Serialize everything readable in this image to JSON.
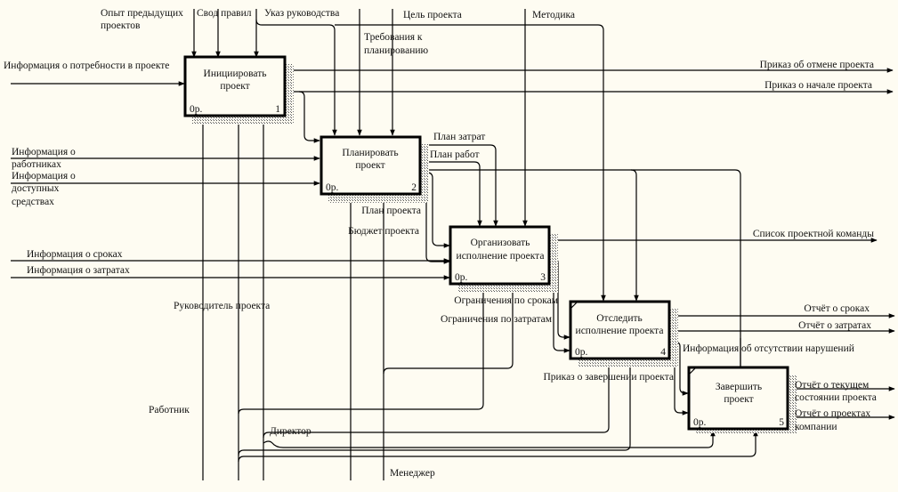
{
  "diagram": {
    "title": "IDEF0 — Управление проектом",
    "background": "#fefcf2",
    "boxes": [
      {
        "id": "1",
        "label": [
          "Инициировать",
          "проект"
        ],
        "cost": "0р.",
        "number": "1"
      },
      {
        "id": "2",
        "label": [
          "Планировать",
          "проект"
        ],
        "cost": "0р.",
        "number": "2"
      },
      {
        "id": "3",
        "label": [
          "Организовать",
          "исполнение проекта"
        ],
        "cost": "0р.",
        "number": "3"
      },
      {
        "id": "4",
        "label": [
          "Отследить",
          "исполнение проекта"
        ],
        "cost": "0р.",
        "number": "4"
      },
      {
        "id": "5",
        "label": [
          "Завершить",
          "проект"
        ],
        "cost": "0р.",
        "number": "5"
      }
    ],
    "inputs": {
      "need_info": "Информация о потребности в проекте",
      "workers_info": [
        "Информация о",
        "работниках"
      ],
      "funds_info": [
        "Информация о",
        "доступных",
        "средствах"
      ],
      "deadlines_info": "Информация о сроках",
      "costs_info": "Информация о затратах"
    },
    "controls": {
      "past_experience": [
        "Опыт предыдущих",
        "проектов"
      ],
      "rules": "Свод правил",
      "management_instruction": "Указ руководства",
      "project_goal": "Цель проекта",
      "methodology": "Методика",
      "planning_requirements": [
        "Требования к",
        "планированию"
      ]
    },
    "outputs": {
      "cancel_order": "Приказ об отмене проекта",
      "start_order": "Приказ о начале проекта",
      "cost_plan": "План затрат",
      "work_plan": "План работ",
      "project_plan": "План проекта",
      "project_budget": "Бюджет проекта",
      "team_list": "Список проектной команды",
      "time_limits": "Ограничения по срокам",
      "cost_limits": "Ограничения по затратам",
      "deadline_report": "Отчёт о сроках",
      "cost_report": "Отчёт о затратах",
      "no_violations": "Информация об отсутствии нарушений",
      "completion_order": "Приказ о завершении проекта",
      "status_report": [
        "Отчёт о текущем",
        "состоянии проекта"
      ],
      "company_projects_report": [
        "Отчёт о проектах",
        "компании"
      ]
    },
    "mechanisms": {
      "project_manager": "Руководитель проекта",
      "worker": "Работник",
      "director": "Директор",
      "manager": "Менеджер"
    }
  }
}
